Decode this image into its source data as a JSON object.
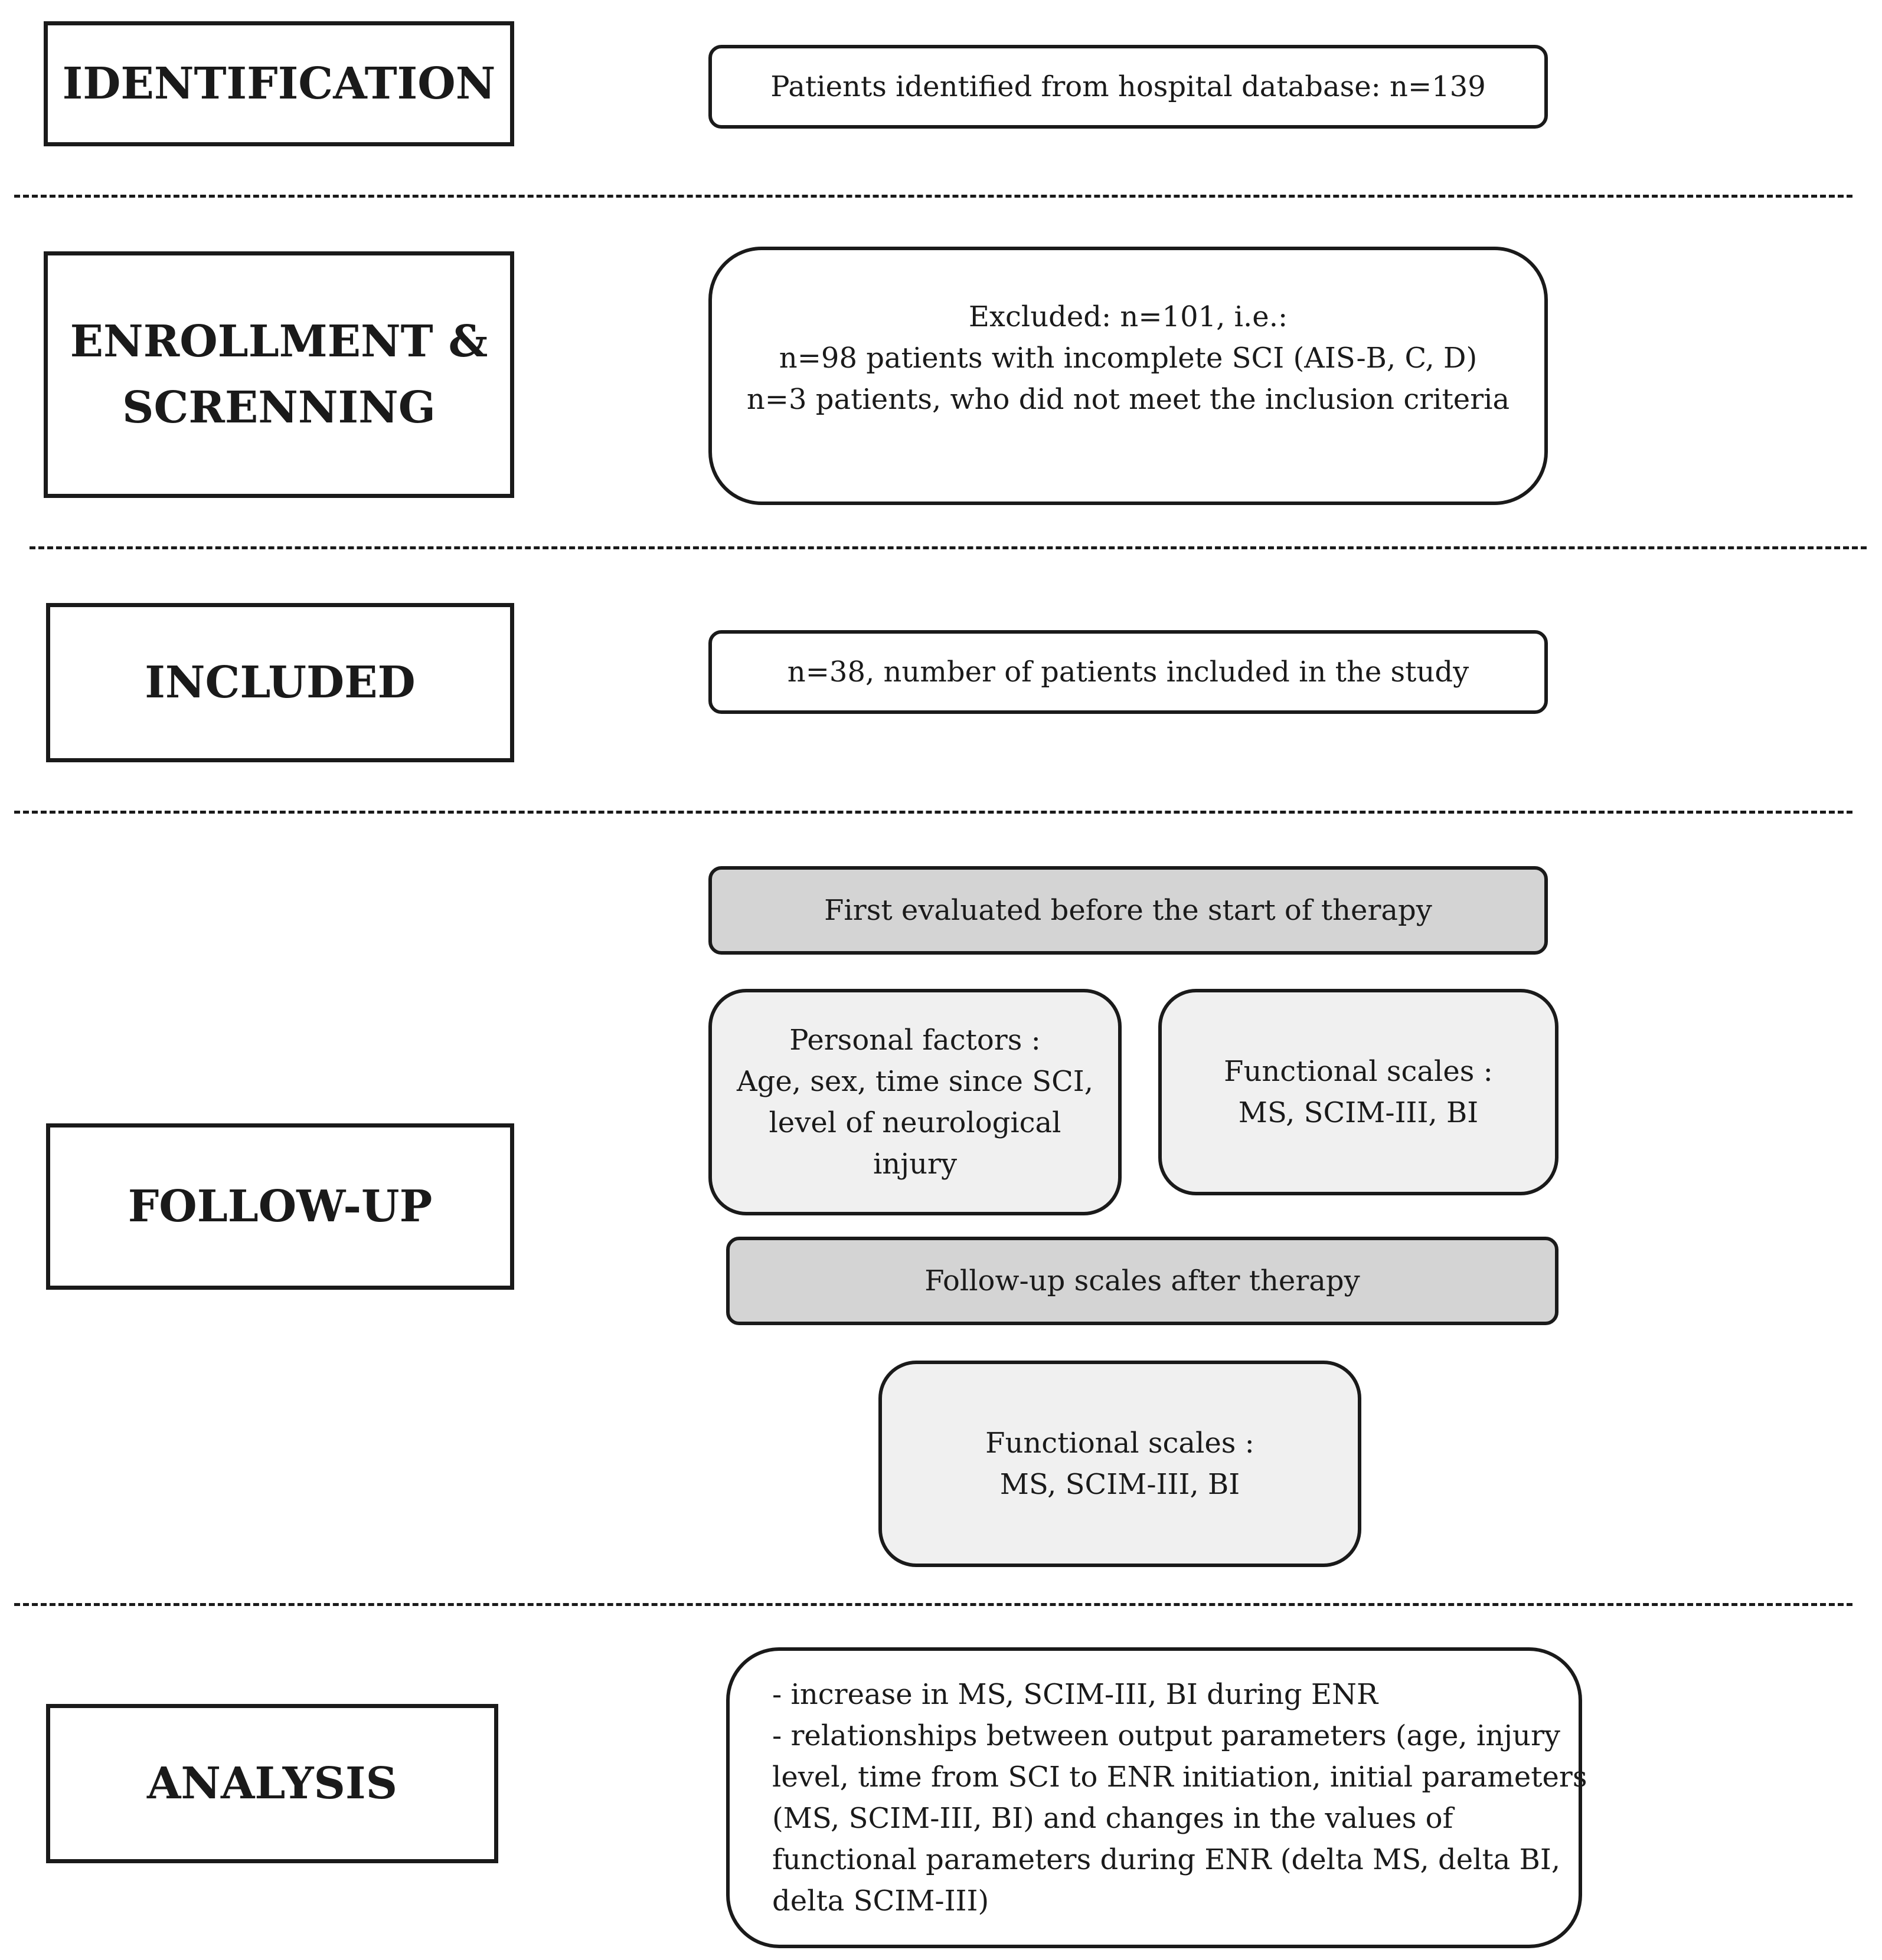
{
  "stages": {
    "identification": [
      "IDENTIFICATION"
    ],
    "enrollment": [
      "ENROLLMENT &",
      "SCRENNING"
    ],
    "included": [
      "INCLUDED"
    ],
    "followup": [
      "FOLLOW-UP"
    ],
    "analysis": [
      "ANALYSIS"
    ]
  },
  "boxes": {
    "identified": [
      "Patients identified from hospital database: n=139"
    ],
    "excluded": [
      "Excluded: n=101, i.e.:",
      "n=98 patients with incomplete SCI (AIS-B, C, D)",
      "n=3 patients, who did not meet the inclusion criteria"
    ],
    "included": [
      "n=38, number of patients included in the study"
    ],
    "first_evaluated": [
      "First evaluated before the start of therapy"
    ],
    "personal_factors": [
      "Personal factors :",
      "Age, sex, time since SCI,",
      "level of neurological",
      "injury"
    ],
    "functional_initial": [
      "Functional scales :",
      "MS, SCIM-III, BI"
    ],
    "followup_scales": [
      "Follow-up scales after therapy"
    ],
    "functional_followup": [
      "Functional scales :",
      "MS, SCIM-III, BI"
    ],
    "analysis": [
      "- increase in MS, SCIM-III, BI during ENR",
      "- relationships between output parameters (age, injury",
      "level, time from SCI to ENR initiation, initial parameters",
      "(MS, SCIM-III, BI) and changes in the values of",
      "functional parameters during ENR (delta MS, delta BI,",
      "delta SCIM-III)"
    ]
  },
  "colors": {
    "stroke": "#1a1a1a",
    "light_fill": "#f0f0f0",
    "dark_fill": "#d4d4d4"
  }
}
